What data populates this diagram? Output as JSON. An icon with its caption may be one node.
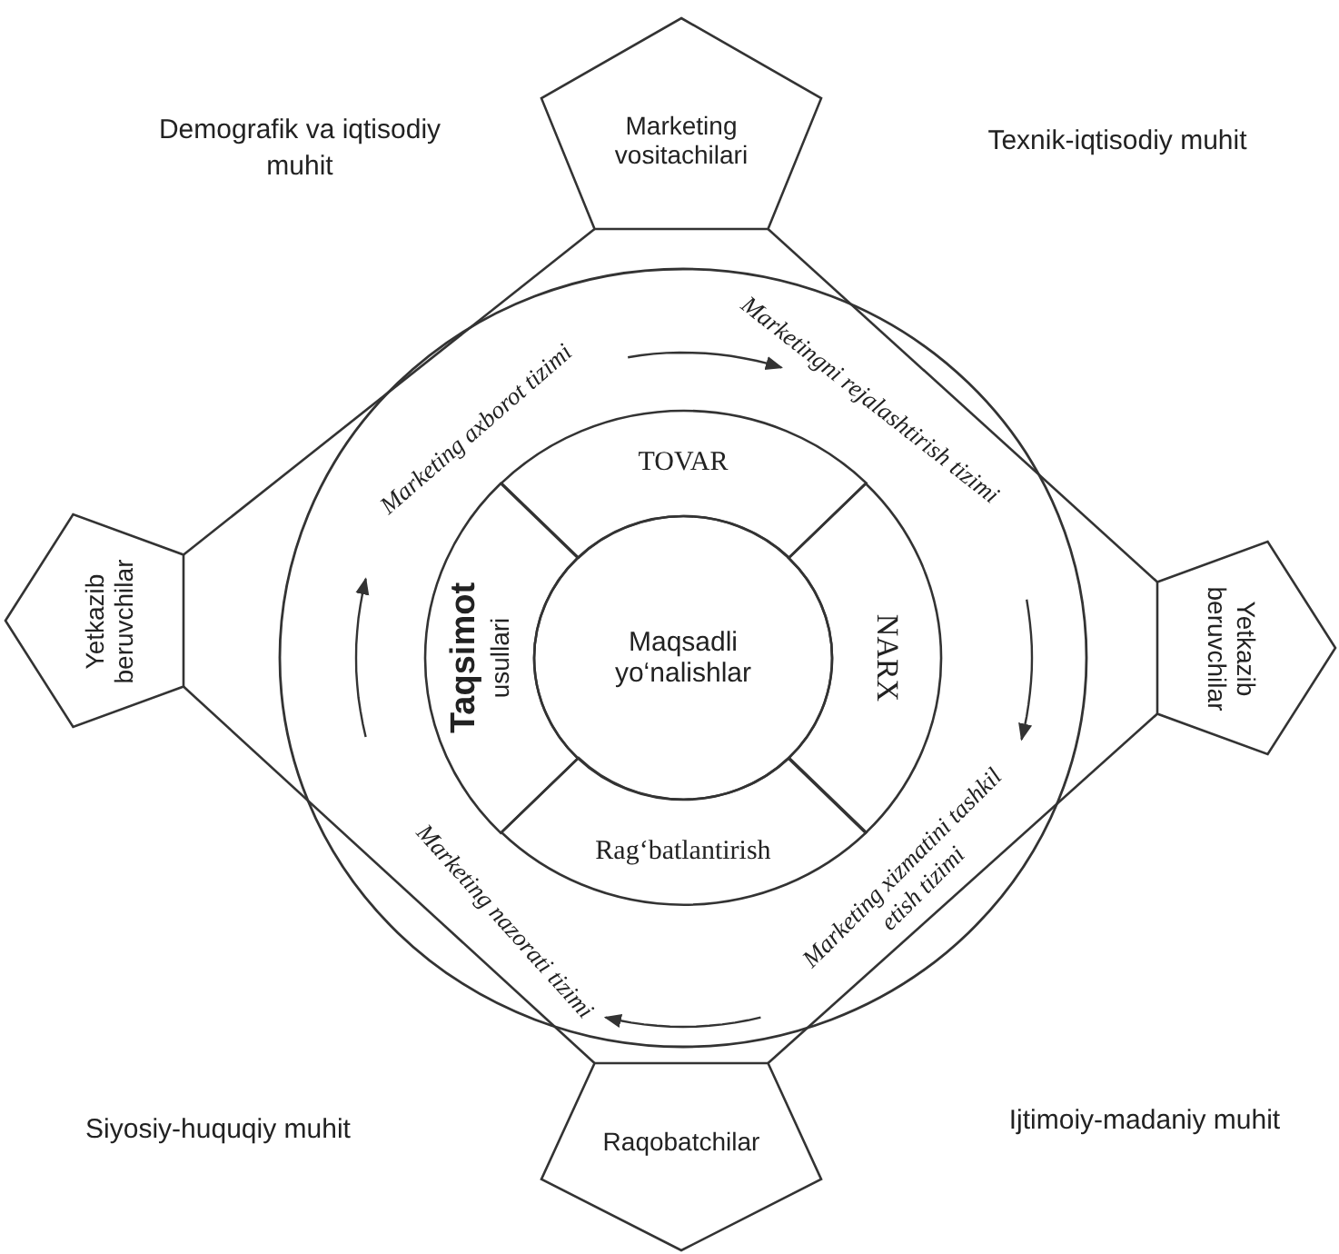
{
  "diagram": {
    "nodes": [
      {
        "text": [
          "Marketing vositachilari"
        ]
      },
      {
        "text": [
          "Marketing axborot tizimi",
          "Marketingni rejalashtirish tizimi",
          "Marketing xizmatini tashkil etish tizimi",
          "Marketing nazorati tizimi"
        ]
      },
      {
        "text": [
          "TOVAR"
        ],
        "in": 1
      },
      {
        "text": [
          "Taqsimot",
          "usullari"
        ],
        "in": 1
      },
      {
        "text": [
          "Maqsadli yo‘nalishlar"
        ],
        "in": 1
      },
      {
        "text": [
          "NARX"
        ],
        "in": 1
      },
      {
        "text": [
          "Rag‘batlantirish"
        ],
        "in": 1
      },
      {
        "text": [
          "Yetkazib beruvchilar"
        ]
      },
      {
        "text": [
          "Yetkazib beruvchilar"
        ]
      },
      {
        "text": [
          "Raqobatchilar"
        ]
      }
    ],
    "edges": [
      {
        "from": 0,
        "to": 7,
        "arrow": "none"
      },
      {
        "from": 0,
        "to": 8,
        "arrow": "none"
      },
      {
        "from": 7,
        "to": 9,
        "arrow": "none"
      },
      {
        "from": 8,
        "to": 9,
        "arrow": "none"
      }
    ],
    "labels": [
      "Demografik va iqtisodiy muhit",
      "Texnik-iqtisodiy muhit",
      "Siyosiy-huquqiy muhit",
      "Ijtimoiy-madaniy muhit"
    ]
  }
}
